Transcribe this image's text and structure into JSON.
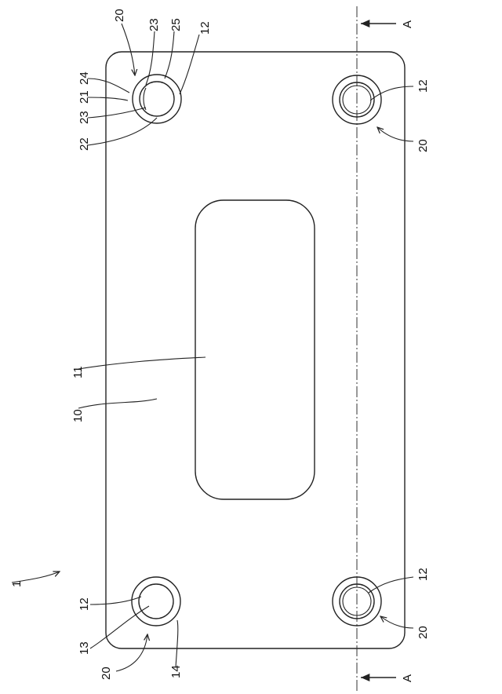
{
  "figure": {
    "assembly_label": "1",
    "plate_label": "10",
    "opening_label": "11",
    "section_marker": "A",
    "labels": {
      "top_left_20": "20",
      "top_left_23a": "23",
      "top_left_25": "25",
      "top_left_12": "12",
      "top_left_24": "24",
      "top_left_21": "21",
      "top_left_23b": "23",
      "top_left_22": "22",
      "top_right_12": "12",
      "top_right_20": "20",
      "bottom_left_12": "12",
      "bottom_left_13": "13",
      "bottom_left_20": "20",
      "bottom_left_14": "14",
      "bottom_right_12": "12",
      "bottom_right_20": "20"
    }
  }
}
